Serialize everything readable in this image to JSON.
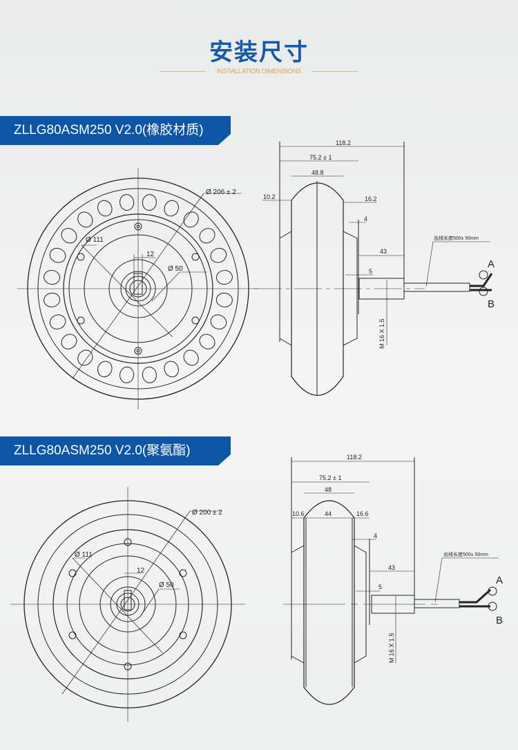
{
  "header": {
    "title": "安装尺寸",
    "subtitle": "INSTALLATION  DIMENSIONS"
  },
  "sections": [
    {
      "model": "ZLLG80ASM250 V2.0(橡胶材质)",
      "front": {
        "outer_dia": "Ø 206 ± 2",
        "rim_dia": "Ø 111",
        "hub_dia": "Ø 50",
        "axle_width": "12"
      },
      "side": {
        "total": "118.2",
        "width": "75.2 ± 1",
        "tire": "48.8",
        "left": "10.2",
        "right": "16.2",
        "flange": "4",
        "shaft": "43",
        "step": "5",
        "thread": "M 16 X 1.5",
        "cable": "出线长度500± 50mm",
        "connector_a": "A",
        "connector_b": "B"
      }
    },
    {
      "model": "ZLLG80ASM250 V2.0(聚氨酯)",
      "front": {
        "outer_dia": "Ø 200 ± 2",
        "rim_dia": "Ø 111",
        "hub_dia": "Ø 50",
        "axle_width": "12"
      },
      "side": {
        "total": "118.2",
        "width": "75.2 ± 1",
        "tire": "48",
        "inner": "44",
        "left": "10.6",
        "right": "16.6",
        "flange": "4",
        "shaft": "43",
        "step": "5",
        "thread": "M 16 X 1.5",
        "cable": "出线长度500± 50mm",
        "connector_a": "A",
        "connector_b": "B"
      }
    }
  ]
}
